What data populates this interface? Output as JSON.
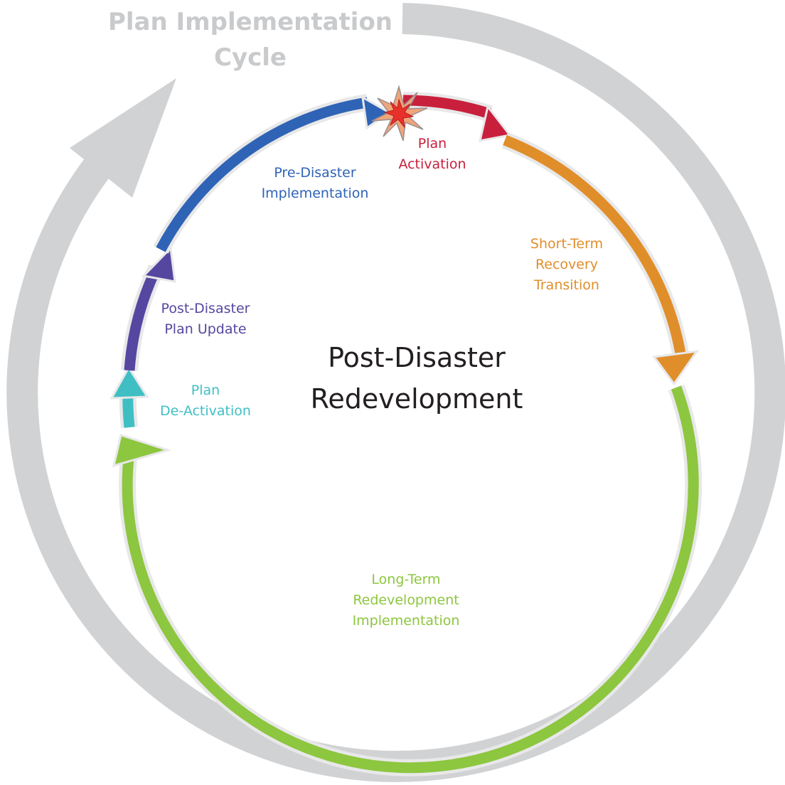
{
  "outer_cycle": {
    "title_lines": [
      "Plan Implementation",
      "Cycle"
    ],
    "color": "#c9cacc"
  },
  "center": {
    "title_lines": [
      "Post-Disaster",
      "Redevelopment"
    ],
    "color": "#231f20"
  },
  "stages": [
    {
      "id": "plan-activation",
      "lines": [
        "Plan",
        "Activation"
      ],
      "color": "#c8203c"
    },
    {
      "id": "short-term-recovery-transition",
      "lines": [
        "Short-Term",
        "Recovery",
        "Transition"
      ],
      "color": "#e08e2a"
    },
    {
      "id": "long-term-redevelopment-implementation",
      "lines": [
        "Long-Term",
        "Redevelopment",
        "Implementation"
      ],
      "color": "#8dc63f"
    },
    {
      "id": "plan-de-activation",
      "lines": [
        "Plan",
        "De-Activation"
      ],
      "color": "#3fbfc4"
    },
    {
      "id": "post-disaster-plan-update",
      "lines": [
        "Post-Disaster",
        "Plan Update"
      ],
      "color": "#5547a0"
    },
    {
      "id": "pre-disaster-implementation",
      "lines": [
        "Pre-Disaster",
        "Implementation"
      ],
      "color": "#2f63b6"
    }
  ],
  "trigger_icon": "starburst-icon"
}
